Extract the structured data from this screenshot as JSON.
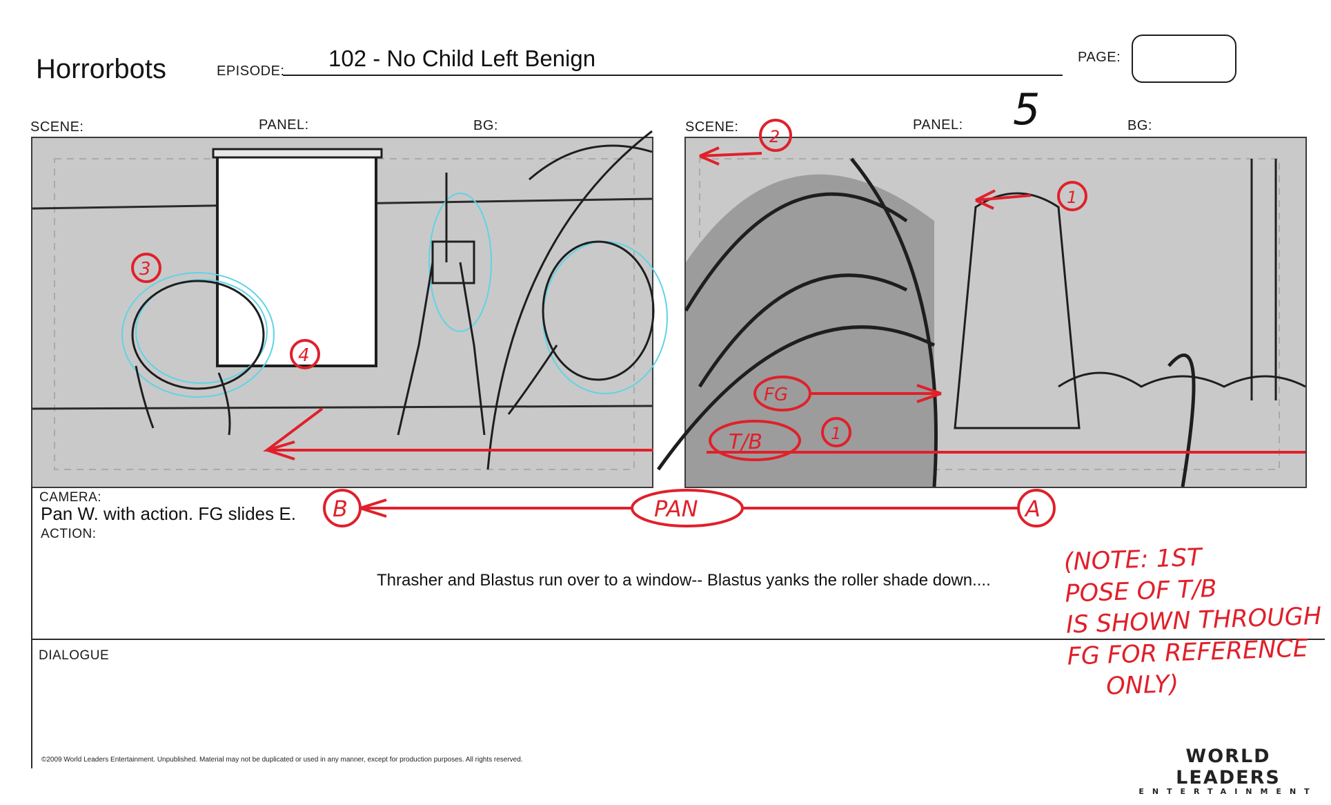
{
  "header": {
    "show_title": "Horrorbots",
    "episode_label": "EPISODE:",
    "episode_value": "102 - No Child Left Benign",
    "page_label": "PAGE:"
  },
  "panels": {
    "scene_label": "SCENE:",
    "panel_label": "PANEL:",
    "bg_label": "BG:",
    "panel_number_handwritten": "5"
  },
  "annotations": {
    "fg": "FG",
    "tb": "T/B",
    "pan": "PAN",
    "a": "A",
    "b": "B",
    "n1": "1",
    "n1b": "1",
    "n2": "2",
    "n3": "3",
    "n4": "4"
  },
  "camera": {
    "label": "CAMERA:",
    "value": "Pan W. with action.  FG slides E."
  },
  "action": {
    "label": "ACTION:",
    "value": "Thrasher and Blastus run over to a window-- Blastus yanks the roller shade down...."
  },
  "dialogue": {
    "label": "DIALOGUE"
  },
  "note": {
    "lines": [
      "(NOTE: 1ST",
      "POSE OF T/B",
      "IS SHOWN THROUGH",
      "FG FOR REFERENCE",
      "ONLY)"
    ]
  },
  "footer": {
    "copyright": "©2009 World Leaders Entertainment.  Unpublished. Material may not be duplicated or used in any manner, except for production purposes. All rights reserved.",
    "logo_main": "WORLD LEADERS",
    "logo_sub": "ENTERTAINMENT"
  },
  "colors": {
    "annotation_red": "#e0202a",
    "panel_gray": "#c9c9c9",
    "sketch_cyan": "#5fd3e6"
  }
}
